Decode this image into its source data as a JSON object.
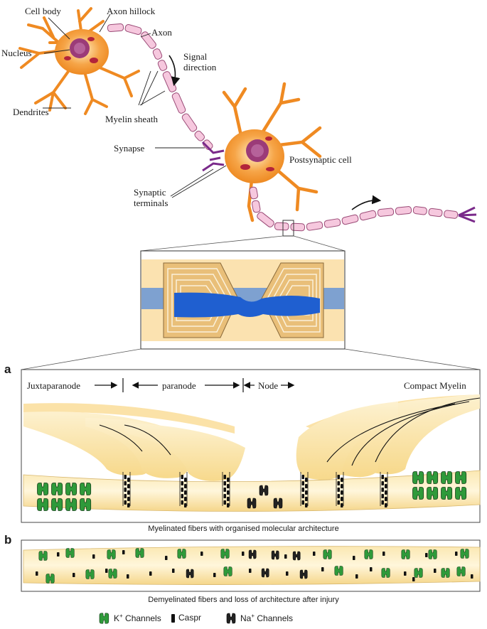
{
  "top_labels": {
    "cell_body": "Cell body",
    "axon_hillock": "Axon hillock",
    "axon": "Axon",
    "nucleus": "Nucleus",
    "signal_direction_1": "Signal",
    "signal_direction_2": "direction",
    "dendrites": "Dendrites",
    "myelin_sheath": "Myelin sheath",
    "synapse": "Synapse",
    "postsynaptic_cell": "Postsynaptic cell",
    "synaptic_terminals_1": "Synaptic",
    "synaptic_terminals_2": "terminals"
  },
  "panel_a": {
    "letter": "a",
    "juxtaparanode": "Juxtaparanode",
    "paranode": "paranode",
    "node": "Node",
    "compact_myelin": "Compact Myelin",
    "caption": "Myelinated fibers with organised molecular architecture"
  },
  "panel_b": {
    "letter": "b",
    "caption": "Demyelinated fibers and loss of architecture after injury"
  },
  "legend": {
    "k_channels": "K",
    "k_sup": "+",
    "k_suffix": " Channels",
    "caspr": "Caspr",
    "na_channels": "Na",
    "na_sup": "+",
    "na_suffix": " Channels"
  },
  "colors": {
    "neuron_orange": "#f39c3a",
    "myelin_pink": "#f4c6dc",
    "nucleus_purple": "#8b2f6a",
    "terminal_purple": "#7a2a8a",
    "sheath_yellow": "#fbe6b0",
    "axon_blue": "#1f5fd0",
    "k_channel_green": "#2f9a3a"
  }
}
